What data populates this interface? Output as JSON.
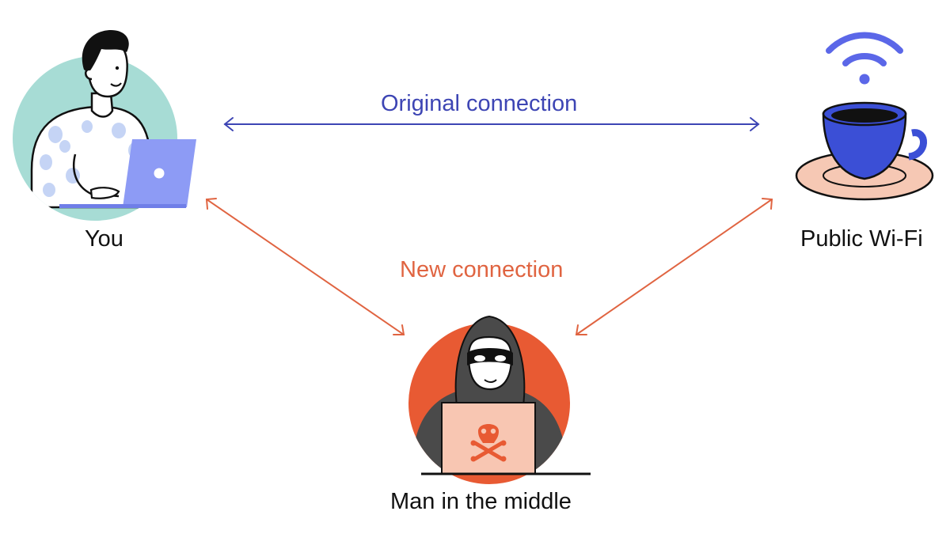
{
  "nodes": {
    "you": {
      "label": "You"
    },
    "wifi": {
      "label": "Public Wi-Fi"
    },
    "attacker": {
      "label": "Man in the middle"
    }
  },
  "connections": {
    "original": {
      "label": "Original connection",
      "color": "#3d45b4"
    },
    "new": {
      "label": "New connection",
      "color": "#e06441"
    }
  },
  "colors": {
    "you_circle": "#a7dcd5",
    "laptop": "#8d9bf5",
    "cup": "#3b4fd6",
    "saucer": "#f6c8b4",
    "wifi_signal": "#5b67e8",
    "attacker_circle": "#e85a33",
    "hoodie": "#4a4a4a",
    "attacker_laptop": "#f8c6b2",
    "skull": "#e85a33"
  },
  "icons": [
    "person-at-laptop-icon",
    "wifi-signal-icon",
    "coffee-cup-icon",
    "hooded-hacker-icon",
    "skull-crossbones-icon"
  ]
}
